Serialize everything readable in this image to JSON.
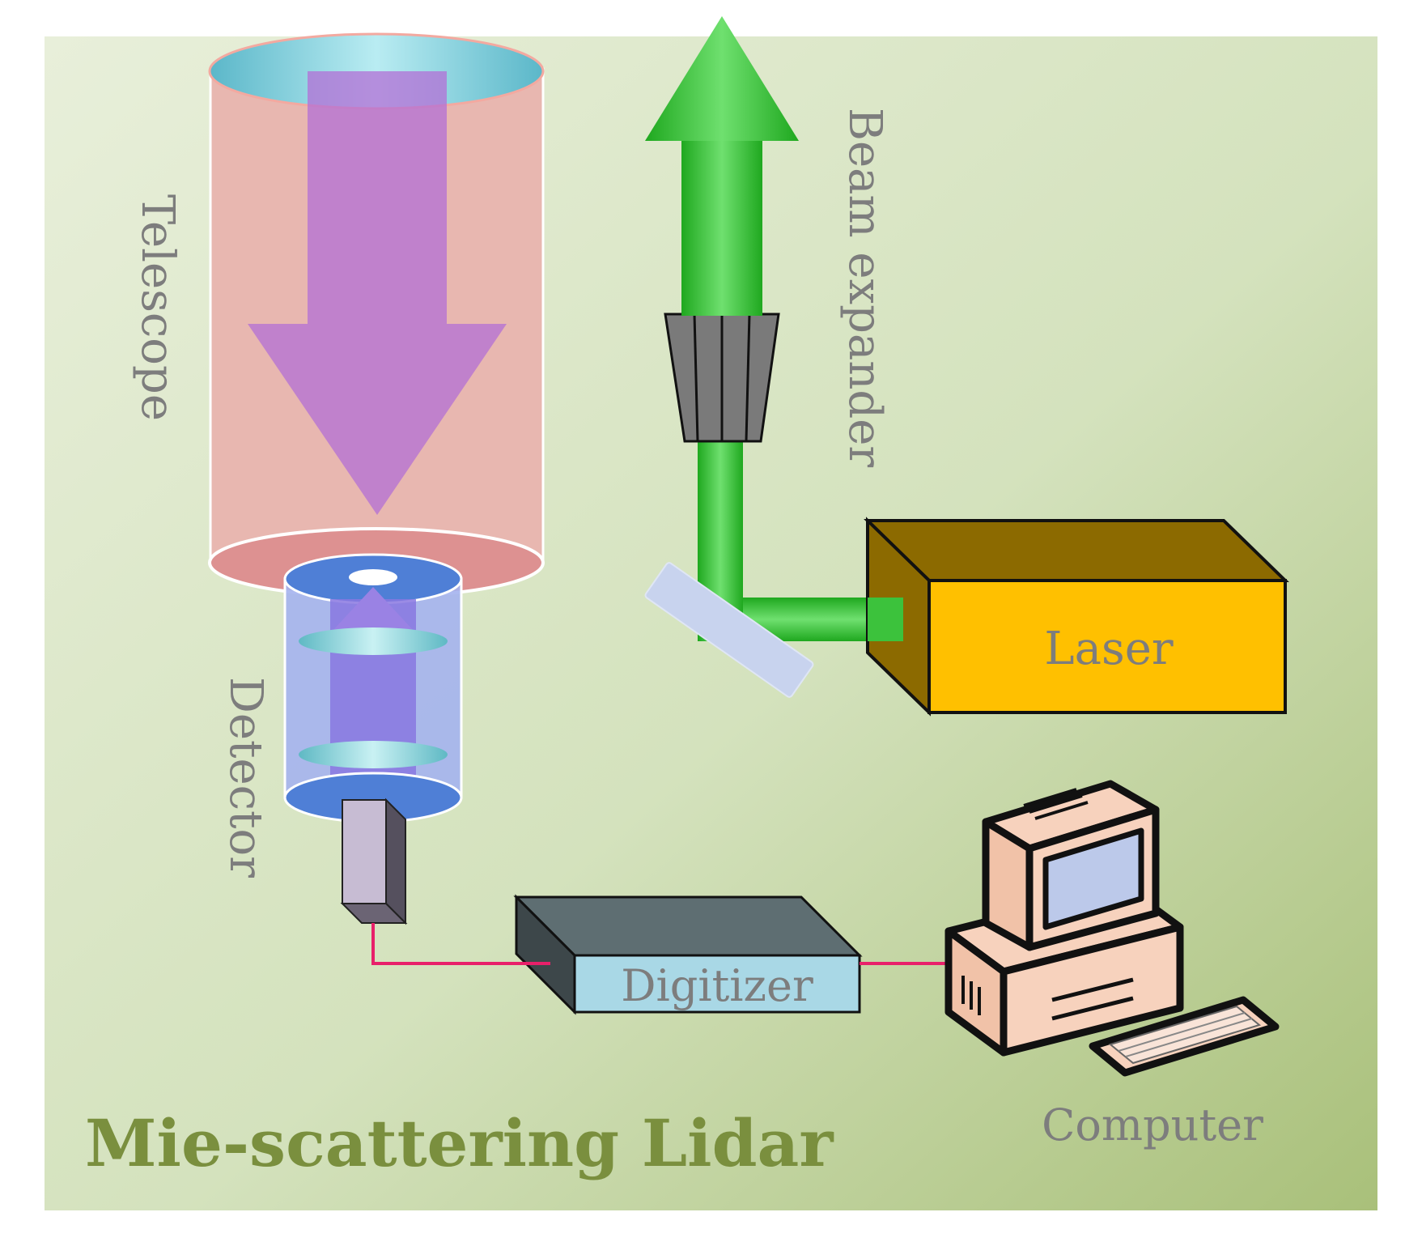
{
  "title": "Mie-scattering Lidar",
  "labels": {
    "telescope": "Telescope",
    "beam_expander": "Beam expander",
    "laser": "Laser",
    "detector": "Detector",
    "digitizer": "Digitizer",
    "computer": "Computer"
  },
  "colors": {
    "panel_light": "#e4ecd4",
    "panel_dark": "#a9c07a",
    "title": "#7a8f3e",
    "label_text": "#7d7d7d",
    "telescope_body": "#e8b7b0",
    "received_light_arrow": "#b57fd0",
    "laser_beam": "#3cc23c",
    "laser_box_front": "#ffc000",
    "laser_box_top": "#8c6a00",
    "detector_body": "#9fb0ee",
    "digitizer_front": "#a9d8e6",
    "digitizer_body": "#5e6e72",
    "signal_cable": "#e8206a",
    "computer_case": "#f7d2bd"
  }
}
